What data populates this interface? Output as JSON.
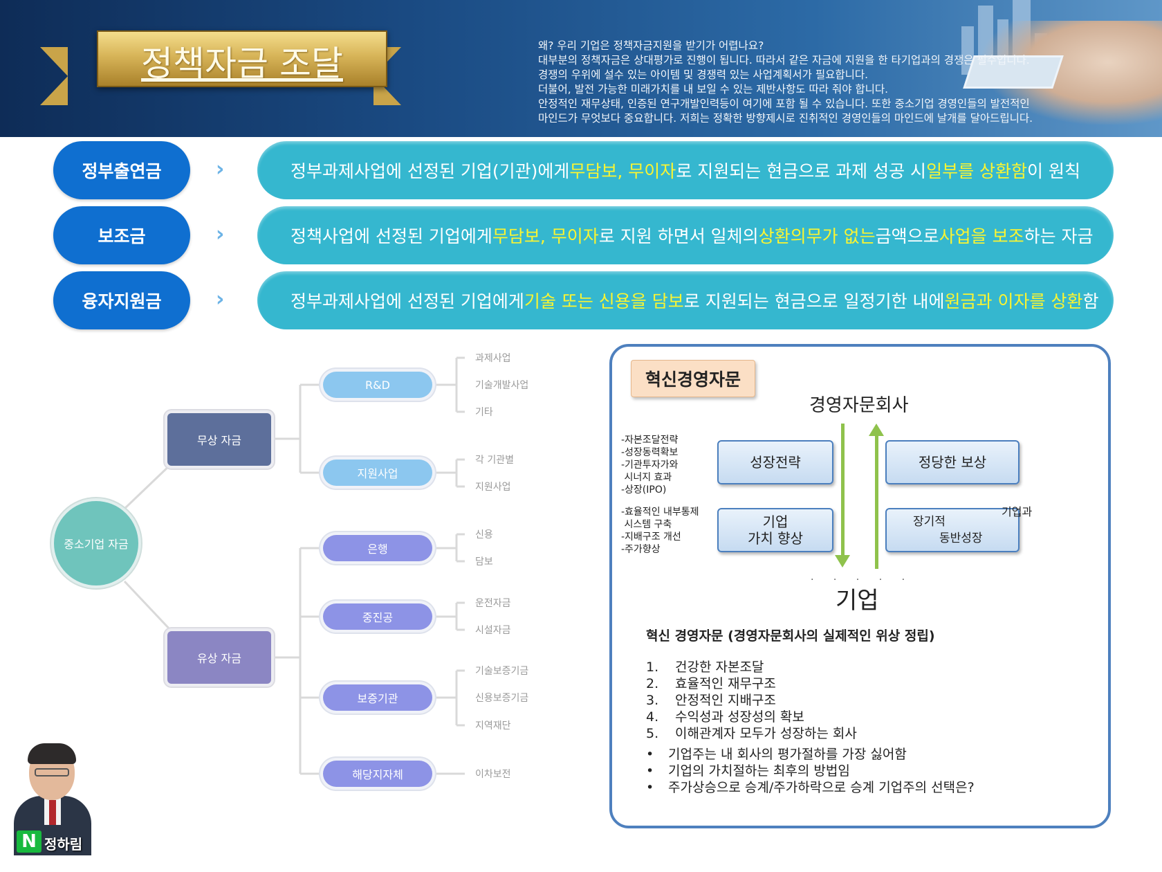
{
  "header": {
    "title": "정책자금 조달",
    "intro_lines": [
      "왜? 우리 기업은 정책자금지원을 받기가 어렵나요?",
      "대부분의 정책자금은 상대평가로 진행이 됩니다. 따라서 같은 자금에 지원을 한 타기업과의 경쟁은 필수입니다.",
      "경쟁의 우위에 설수 있는 아이템 및 경쟁력 있는 사업계획서가 필요합니다.",
      "더불어, 발전 가능한 미래가치를 내 보일 수 있는 제반사항도 따라 줘야 합니다.",
      "안정적인 재무상태, 인증된 연구개발인력등이 여기에 포함 될 수 있습니다. 또한 중소기업 경영인들의 발전적인",
      "마인드가 무엇보다 중요합니다. 저희는 정확한 방향제시로 진취적인 경영인들의 마인드에 날개를 달아드립니다."
    ]
  },
  "categories": [
    {
      "label": "정부출연금",
      "segments": [
        {
          "text": "정부과제사업에 선정된 기업(기관)에게 ",
          "hl": false
        },
        {
          "text": "무담보, 무이자",
          "hl": true
        },
        {
          "text": "로 지원되는 현금으로 과제 성공 시 ",
          "hl": false
        },
        {
          "text": "일부를 상환함",
          "hl": true
        },
        {
          "text": "이 원칙",
          "hl": false
        }
      ]
    },
    {
      "label": "보조금",
      "segments": [
        {
          "text": "정책사업에 선정된 기업에게 ",
          "hl": false
        },
        {
          "text": "무담보, 무이자",
          "hl": true
        },
        {
          "text": "로 지원 하면서 일체의 ",
          "hl": false
        },
        {
          "text": "상환의무가 없는",
          "hl": true
        },
        {
          "text": " 금액으로 ",
          "hl": false
        },
        {
          "text": "사업을 보조",
          "hl": true
        },
        {
          "text": "하는 자금",
          "hl": false
        }
      ]
    },
    {
      "label": "융자지원금",
      "segments": [
        {
          "text": "정부과제사업에 선정된 기업에게 ",
          "hl": false
        },
        {
          "text": "기술 또는 신용을 담보",
          "hl": true
        },
        {
          "text": "로 지원되는 현금으로 일정기한 내에 ",
          "hl": false
        },
        {
          "text": "원금과 이자를 상환",
          "hl": true
        },
        {
          "text": "함",
          "hl": false
        }
      ]
    }
  ],
  "tree": {
    "root": "중소기업 자금",
    "free": "무상 자금",
    "paid": "유상 자금",
    "free_items": [
      {
        "label": "R&D",
        "leaves": [
          "과제사업",
          "기술개발사업",
          "기타"
        ]
      },
      {
        "label": "지원사업",
        "leaves": [
          "각 기관별",
          "지원사업"
        ]
      }
    ],
    "paid_items": [
      {
        "label": "은행",
        "leaves": [
          "신용",
          "담보"
        ]
      },
      {
        "label": "중진공",
        "leaves": [
          "운전자금",
          "시설자금"
        ]
      },
      {
        "label": "보증기관",
        "leaves": [
          "기술보증기금",
          "신용보증기금",
          "지역재단"
        ]
      },
      {
        "label": "해당지자체",
        "leaves": [
          "이차보전"
        ]
      }
    ],
    "colors": {
      "root": "#6fc4bc",
      "free": "#5d6f9b",
      "paid": "#8b86c3",
      "free_pill": "#8cc7ef",
      "paid_pill": "#8d93e6"
    }
  },
  "consulting": {
    "badge": "혁신경영자문",
    "company_top": "경영자문회사",
    "company_bottom": "기업",
    "box_growth": "성장전략",
    "box_reward": "정당한 보상",
    "box_value": [
      "기업",
      "가치 향상"
    ],
    "box_partner": [
      "장기적",
      "동반성장"
    ],
    "partner_label": "기업과",
    "bullets_top": [
      "-자본조달전략",
      "-성장동력확보",
      "-기관투자가와",
      " 시너지 효과",
      "-상장(IPO)"
    ],
    "bullets_bottom": [
      "-효율적인 내부통제",
      " 시스템 구축",
      "-지배구조 개선",
      "-주가향상"
    ],
    "dots": "· · · · ·",
    "subtitle": "혁신 경영자문 (경영자문회사의 실제적인 위상 정립)",
    "numbered": [
      {
        "n": "1.",
        "t": "건강한 자본조달"
      },
      {
        "n": "2.",
        "t": "효율적인 재무구조"
      },
      {
        "n": "3.",
        "t": "안정적인 지배구조"
      },
      {
        "n": "4.",
        "t": "수익성과 성장성의 확보"
      },
      {
        "n": "5.",
        "t": "이해관계자 모두가 성장하는 회사"
      }
    ],
    "bulleted": [
      {
        "b": "•",
        "t": "기업주는 내 회사의 평가절하를 가장 싫어함"
      },
      {
        "b": "•",
        "t": "기업의 가치절하는 최후의 방법임"
      },
      {
        "b": "•",
        "t": "주가상승으로 승계/주가하락으로 승계 기업주의 선택은?"
      }
    ]
  },
  "profile": {
    "logo_letter": "N",
    "name": "정하림"
  }
}
